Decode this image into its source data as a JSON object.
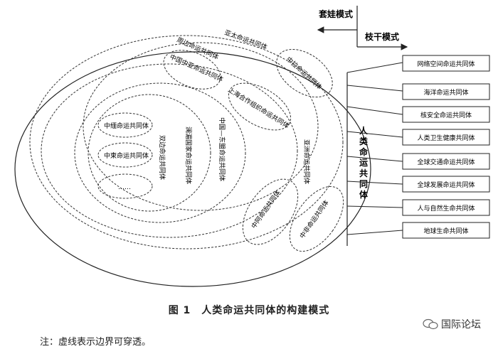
{
  "legend": {
    "nested_mode": "套娃模式",
    "branch_mode": "枝干模式"
  },
  "core_title": "人类命运共同体",
  "ellipse_labels": {
    "periphery": "周边命运共同体",
    "asia_pacific": "亚太命运共同体",
    "china_central_asia": "中国中亚命运共同体",
    "china_arab": "中拉命运共同体",
    "sco": "上海合作组织命运共同体",
    "asia": "亚洲命运共同体",
    "lancang_mekong": "澜湄国家命运共同体",
    "china_asean": "中国—东盟命运共同体",
    "bilateral": "双边命运共同体",
    "china_myanmar": "中缅命运共同体",
    "china_cambodia": "中柬命运共同体",
    "ellipsis": "……",
    "china_arab_states": "中阿命运共同体",
    "china_africa": "中非命运共同体"
  },
  "branch_boxes": [
    "网络空间命运共同体",
    "海洋命运共同体",
    "核安全命运共同体",
    "人类卫生健康共同体",
    "全球交通命运共同体",
    "全球发展命运共同体",
    "人与自然生命共同体",
    "地球生命共同体"
  ],
  "caption": "图 1　人类命运共同体的构建模式",
  "note": "注：虚线表示边界可穿透。",
  "watermark": "国际论坛"
}
